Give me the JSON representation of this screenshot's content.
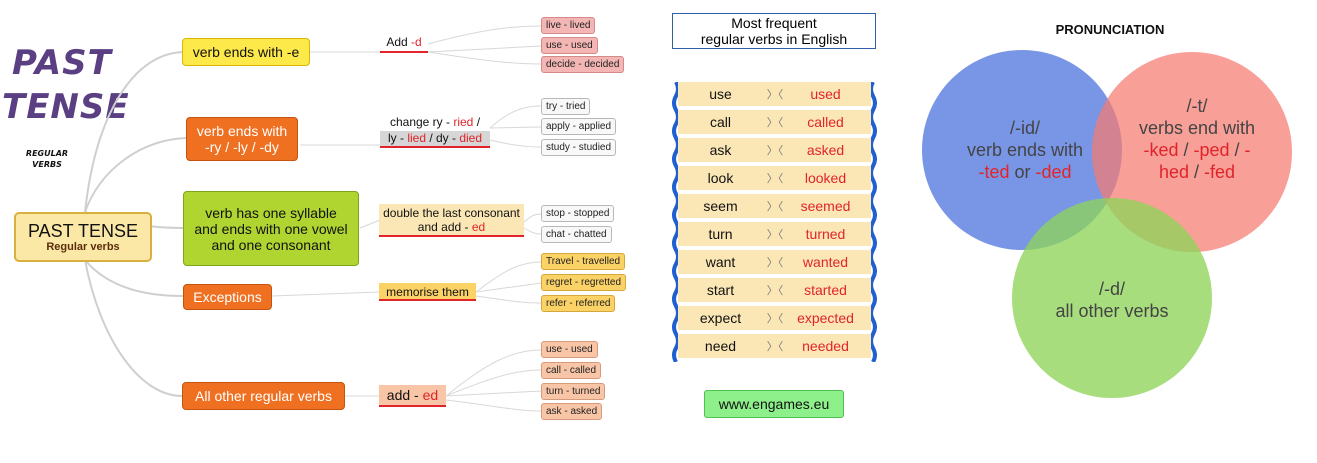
{
  "title": {
    "line1": "PAST",
    "line2": "TENSE",
    "sub1": "REGULAR",
    "sub2": "VERBS"
  },
  "root": {
    "title": "PAST TENSE",
    "subtitle": "Regular verbs"
  },
  "branches": {
    "e": {
      "node": "verb ends with -e",
      "rule": "Add ",
      "rule_red": "-d",
      "examples": [
        "live - lived",
        "use - used",
        "decide - decided"
      ]
    },
    "ry": {
      "node_line1": "verb ends with",
      "node_line2": "-ry / -ly  / -dy",
      "rule_a": "change ry - ",
      "rule_a_red": "ried",
      "rule_a_end": " /",
      "rule_b": "ly - ",
      "rule_b_red1": "lied",
      "rule_b_mid": " / dy - ",
      "rule_b_red2": "died",
      "examples": [
        "try - tried",
        "apply - applied",
        "study - studied"
      ]
    },
    "cvc": {
      "node_line1": "verb has one syllable",
      "node_line2": "and ends with one vowel",
      "node_line3": "and one consonant",
      "rule_a": "double the last consonant",
      "rule_b": "and add - ",
      "rule_b_red": "ed",
      "examples": [
        "stop - stopped",
        "chat - chatted"
      ]
    },
    "exc": {
      "node": "Exceptions",
      "rule": "memorise them",
      "examples": [
        "Travel - travelled",
        "regret - regretted",
        "refer - referred"
      ]
    },
    "other": {
      "node": "All other regular verbs",
      "rule": "add - ",
      "rule_red": "ed",
      "examples": [
        "use - used",
        "call - called",
        "turn - turned",
        "ask - asked"
      ]
    }
  },
  "verbs": {
    "title_line1": "Most frequent",
    "title_line2": "regular verbs in English",
    "rows": [
      {
        "base": "use",
        "past": "used"
      },
      {
        "base": "call",
        "past": "called"
      },
      {
        "base": "ask",
        "past": "asked"
      },
      {
        "base": "look",
        "past": "looked"
      },
      {
        "base": "seem",
        "past": "seemed"
      },
      {
        "base": "turn",
        "past": "turned"
      },
      {
        "base": "want",
        "past": "wanted"
      },
      {
        "base": "start",
        "past": "started"
      },
      {
        "base": "expect",
        "past": "expected"
      },
      {
        "base": "need",
        "past": "needed"
      }
    ],
    "arrow": "〉〈",
    "site": "www.engames.eu"
  },
  "pronunciation": {
    "title": "PRONUNCIATION",
    "id": {
      "sound": "/-id/",
      "line": "verb ends with",
      "red1": "-ted",
      "mid": " or ",
      "red2": "-ded"
    },
    "t": {
      "sound": "/-t/",
      "line": "verbs end with",
      "red1": "-ked",
      "mid1": "  / ",
      "red2": "-ped",
      "mid2": " / ",
      "red3": "-",
      "red4": "hed",
      "mid3": " / ",
      "red5": "-fed"
    },
    "d": {
      "sound": "/-d/",
      "line": "all other verbs"
    }
  },
  "colors": {
    "title_purple": "#5a3f82",
    "red": "#e0242a",
    "circle_blue": "#5b7fe0",
    "circle_red": "#f57a70",
    "circle_green": "#8fd45a",
    "row_bg": "#fbe7b5"
  },
  "icons": {
    "wavy_border": "wavy-border-icon"
  }
}
